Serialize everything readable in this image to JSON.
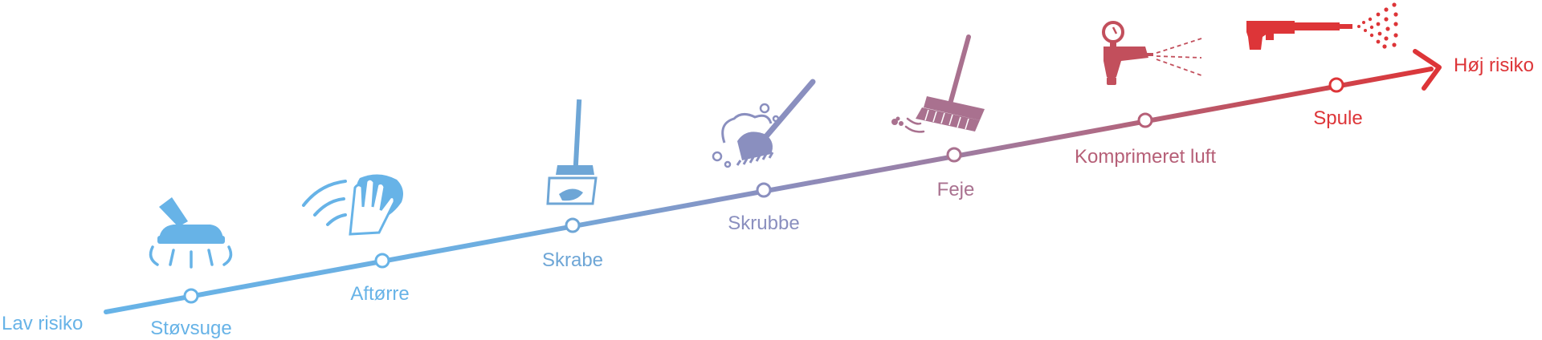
{
  "start_label": "Lav risiko",
  "end_label": "Høj risiko",
  "colors": {
    "low": "#67b3e7",
    "mid": "#8a8fbf",
    "mid2": "#a9718f",
    "high": "#dd3538"
  },
  "steps": [
    {
      "label": "Støvsuge",
      "icon": "vacuum-nozzle-icon"
    },
    {
      "label": "Aftørre",
      "icon": "wiping-hand-icon"
    },
    {
      "label": "Skrabe",
      "icon": "scraper-icon"
    },
    {
      "label": "Skrubbe",
      "icon": "scrub-brush-icon"
    },
    {
      "label": "Feje",
      "icon": "broom-icon"
    },
    {
      "label": "Komprimeret luft",
      "icon": "air-gun-icon"
    },
    {
      "label": "Spule",
      "icon": "spray-gun-icon"
    }
  ]
}
